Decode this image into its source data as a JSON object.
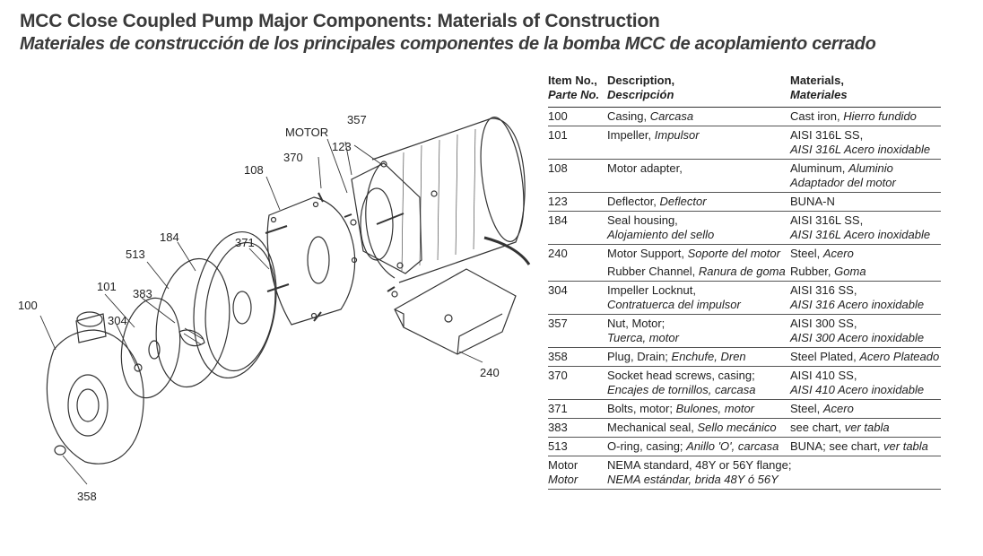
{
  "header": {
    "title": "MCC Close Coupled Pump Major Components: Materials of Construction",
    "subtitle": "Materiales de construcción de los principales componentes de la bomba MCC de acoplamiento cerrado"
  },
  "table": {
    "headers": {
      "item_en": "Item No.,",
      "item_es": "Parte No.",
      "desc_en": "Description,",
      "desc_es": "Descripción",
      "mat_en": "Materials,",
      "mat_es": "Materiales"
    },
    "rows": [
      {
        "item": "100",
        "item2": "",
        "d1": "Casing, ",
        "d1i": "Carcasa",
        "d2": "",
        "d2i": "",
        "m1": "Cast iron, ",
        "m1i": "Hierro fundido",
        "m2": "",
        "m2i": ""
      },
      {
        "item": "101",
        "item2": "",
        "d1": "Impeller, ",
        "d1i": "Impulsor",
        "d2": "",
        "d2i": "",
        "m1": "AISI 316L SS,",
        "m1i": "",
        "m2": "",
        "m2i": "AISI 316L Acero inoxidable"
      },
      {
        "item": "108",
        "item2": "",
        "d1": "Motor adapter,",
        "d1i": "",
        "d2": "",
        "d2i": "",
        "m1": "Aluminum, ",
        "m1i": "Aluminio",
        "m2": "",
        "m2i": "Adaptador del motor"
      },
      {
        "item": "123",
        "item2": "",
        "d1": "Deflector, ",
        "d1i": "Deflector",
        "d2": "",
        "d2i": "",
        "m1": "BUNA-N",
        "m1i": "",
        "m2": "",
        "m2i": ""
      },
      {
        "item": "184",
        "item2": "",
        "d1": "Seal housing,",
        "d1i": "",
        "d2": "",
        "d2i": "Alojamiento del sello",
        "m1": "AISI 316L SS,",
        "m1i": "",
        "m2": "",
        "m2i": "AISI 316L Acero inoxidable"
      },
      {
        "item": "240",
        "item2": "",
        "d1": "Motor Support, ",
        "d1i": "Soporte del motor",
        "d2": "",
        "d2i": "",
        "m1": "Steel, ",
        "m1i": "Acero",
        "m2": "",
        "m2i": "",
        "nob": true
      },
      {
        "item": "",
        "item2": "",
        "d1": "Rubber Channel, ",
        "d1i": "Ranura de goma",
        "d2": "",
        "d2i": "",
        "m1": "Rubber, ",
        "m1i": "Goma",
        "m2": "",
        "m2i": ""
      },
      {
        "item": "304",
        "item2": "",
        "d1": "Impeller Locknut,",
        "d1i": "",
        "d2": "",
        "d2i": "Contratuerca del impulsor",
        "m1": "AISI 316 SS,",
        "m1i": "",
        "m2": "",
        "m2i": "AISI 316 Acero inoxidable"
      },
      {
        "item": "357",
        "item2": "",
        "d1": "Nut, Motor;",
        "d1i": "",
        "d2": "",
        "d2i": "Tuerca, motor",
        "m1": "AISI 300 SS,",
        "m1i": "",
        "m2": "",
        "m2i": "AISI 300 Acero inoxidable"
      },
      {
        "item": "358",
        "item2": "",
        "d1": "Plug, Drain; ",
        "d1i": "Enchufe, Dren",
        "d2": "",
        "d2i": "",
        "m1": "Steel Plated, ",
        "m1i": "Acero Plateado",
        "m2": "",
        "m2i": ""
      },
      {
        "item": "370",
        "item2": "",
        "d1": "Socket head screws, casing;",
        "d1i": "",
        "d2": "",
        "d2i": "Encajes de tornillos, carcasa",
        "m1": "AISI 410 SS,",
        "m1i": "",
        "m2": "",
        "m2i": "AISI 410 Acero inoxidable"
      },
      {
        "item": "371",
        "item2": "",
        "d1": "Bolts, motor; ",
        "d1i": "Bulones, motor",
        "d2": "",
        "d2i": "",
        "m1": "Steel, ",
        "m1i": "Acero",
        "m2": "",
        "m2i": ""
      },
      {
        "item": "383",
        "item2": "",
        "d1": "Mechanical seal, ",
        "d1i": "Sello mecánico",
        "d2": "",
        "d2i": "",
        "m1": "see chart, ",
        "m1i": "ver tabla",
        "m2": "",
        "m2i": ""
      },
      {
        "item": "513",
        "item2": "",
        "d1": "O-ring, casing; ",
        "d1i": "Anillo 'O', carcasa",
        "d2": "",
        "d2i": "",
        "m1": "BUNA; see chart, ",
        "m1i": "ver tabla",
        "m2": "",
        "m2i": ""
      },
      {
        "item": "Motor",
        "item2": "Motor",
        "d1": "NEMA standard, 48Y or 56Y flange;",
        "d1i": "",
        "d2": "",
        "d2i": "NEMA estándar, brida 48Y ó 56Y",
        "m1": "",
        "m1i": "",
        "m2": "",
        "m2i": ""
      }
    ]
  },
  "diagram": {
    "callouts": {
      "c100": "100",
      "c101": "101",
      "c108": "108",
      "c123": "123",
      "c184": "184",
      "c240": "240",
      "c304": "304",
      "c357": "357",
      "c358": "358",
      "c370": "370",
      "c371": "371",
      "c383": "383",
      "c513": "513",
      "motor": "MOTOR"
    }
  }
}
